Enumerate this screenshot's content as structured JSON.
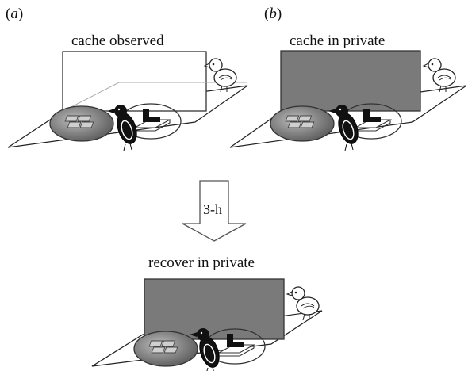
{
  "panels": {
    "a": {
      "paren_open": "(",
      "letter": "a",
      "paren_close": ")",
      "title": "cache observed",
      "barrier": "clear"
    },
    "b": {
      "paren_open": "(",
      "letter": "b",
      "paren_close": ")",
      "title": "cache in private",
      "barrier": "opaque"
    },
    "c": {
      "title": "recover in private",
      "barrier": "opaque"
    }
  },
  "arrow": {
    "label": "3-h"
  },
  "colors": {
    "opaque_barrier": "#7a7a7a",
    "clear_barrier": "#ffffff",
    "cacher_bird": "#111111",
    "observer_bird": "#ffffff",
    "tray_left_fill": "#8a8a8a"
  }
}
